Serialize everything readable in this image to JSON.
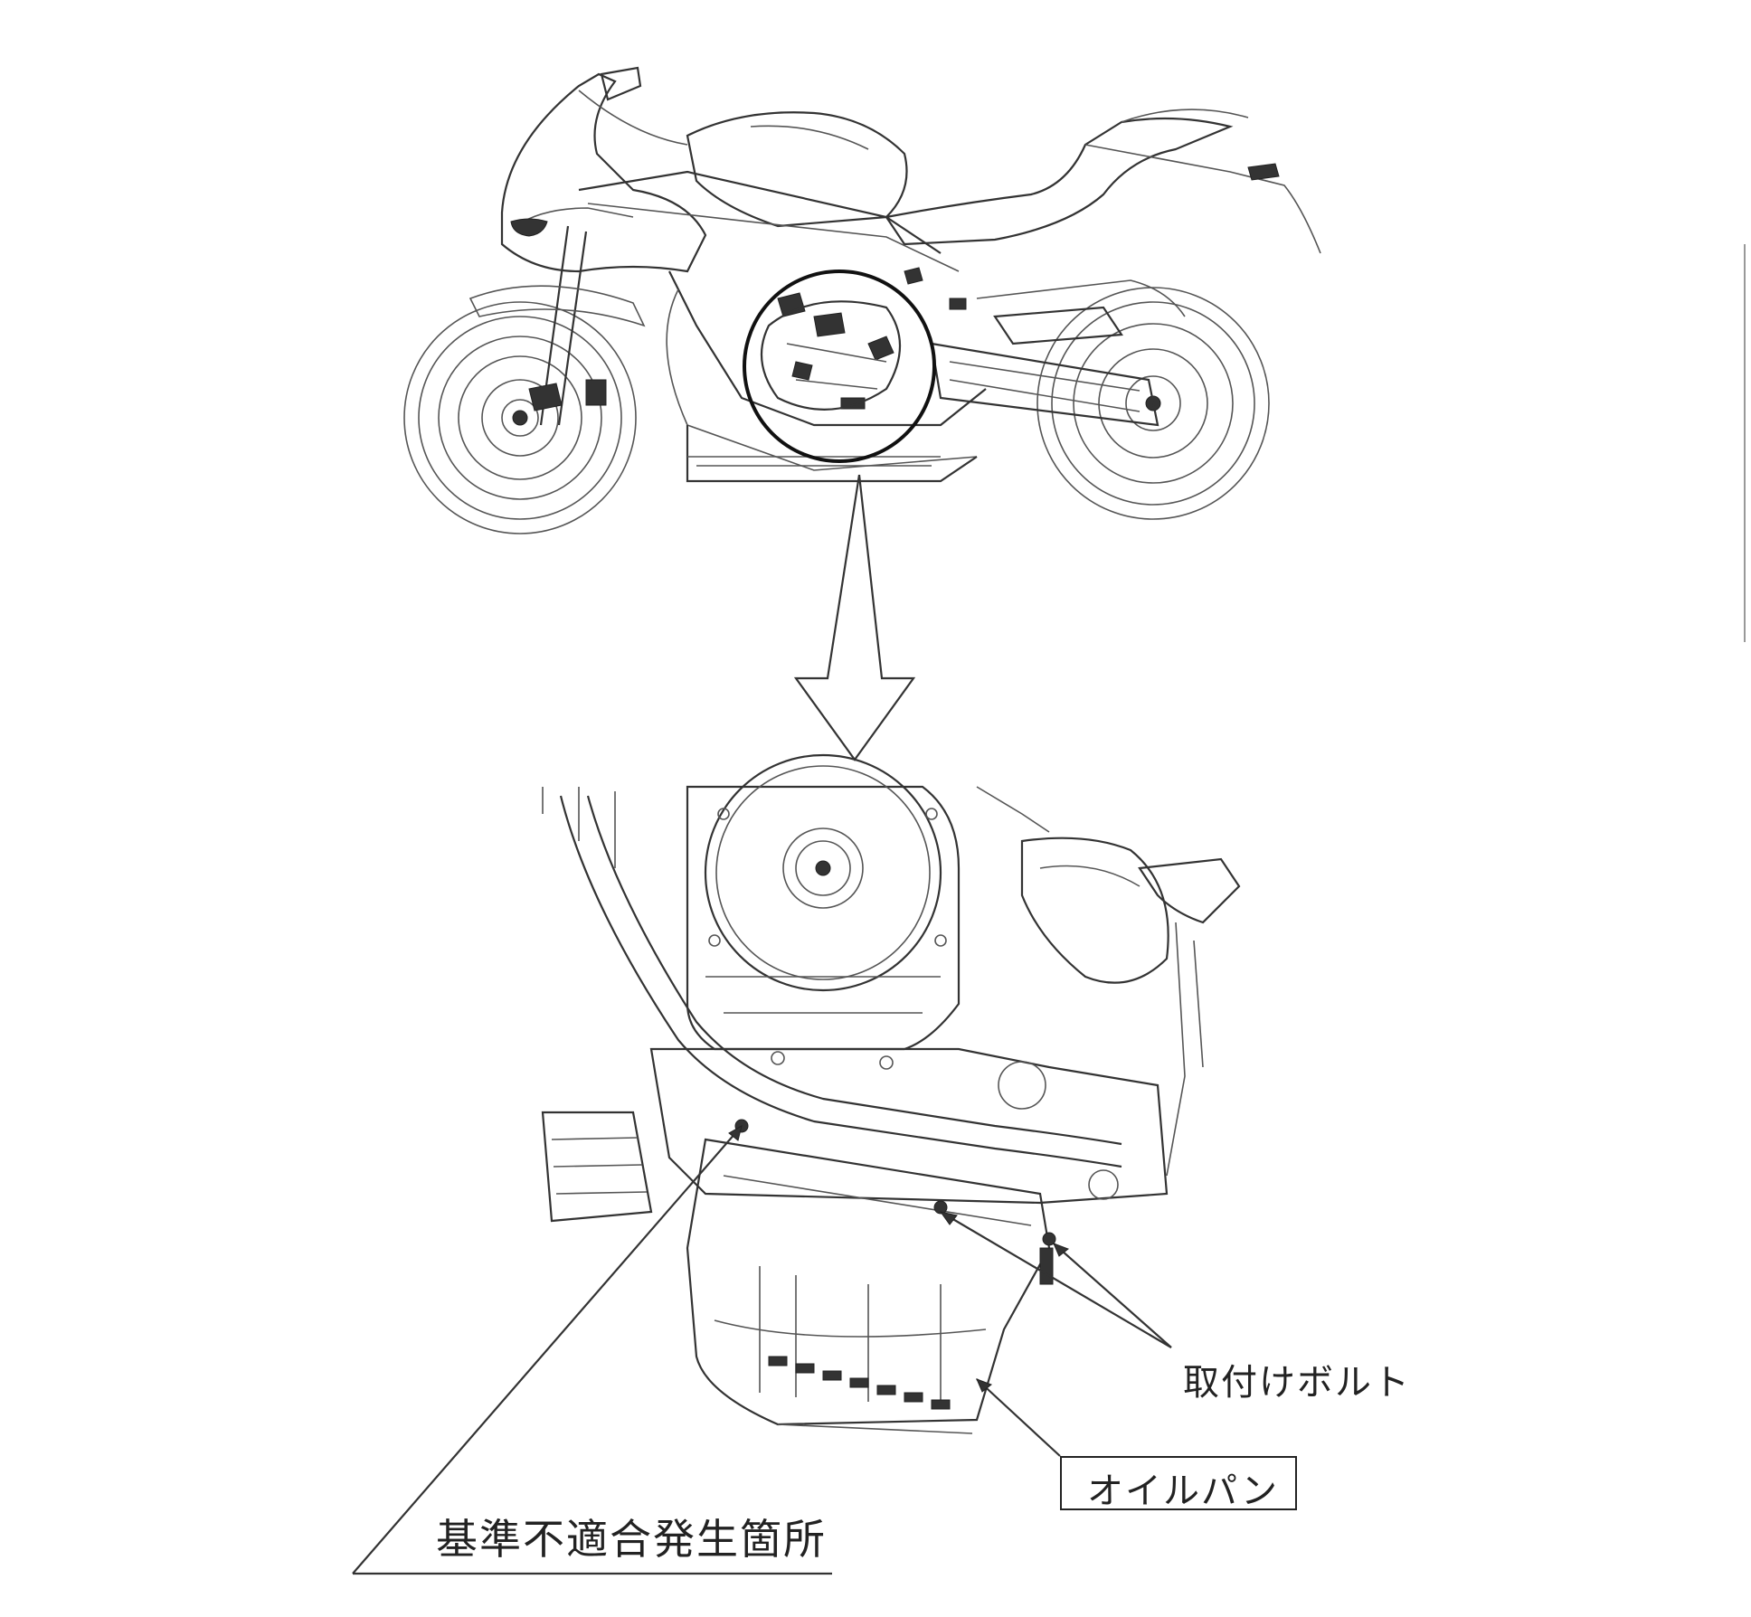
{
  "labels": {
    "mounting_bolt": "取付けボルト",
    "oil_pan": "オイルパン",
    "nonconformity_site": "基準不適合発生箇所"
  },
  "colors": {
    "line": "#333333",
    "background": "#ffffff"
  }
}
